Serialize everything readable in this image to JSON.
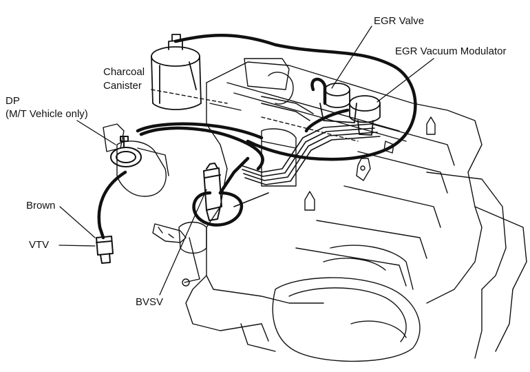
{
  "labels": {
    "charcoal_canister_line1": "Charcoal",
    "charcoal_canister_line2": "Canister",
    "dp_line1": "DP",
    "dp_line2": "(M/T Vehicle only)",
    "brown": "Brown",
    "vtv": "VTV",
    "bvsv": "BVSV",
    "egr_valve": "EGR Valve",
    "egr_vacuum_modulator": "EGR Vacuum Modulator"
  },
  "colors": {
    "ink": "#111111",
    "background": "#ffffff"
  }
}
